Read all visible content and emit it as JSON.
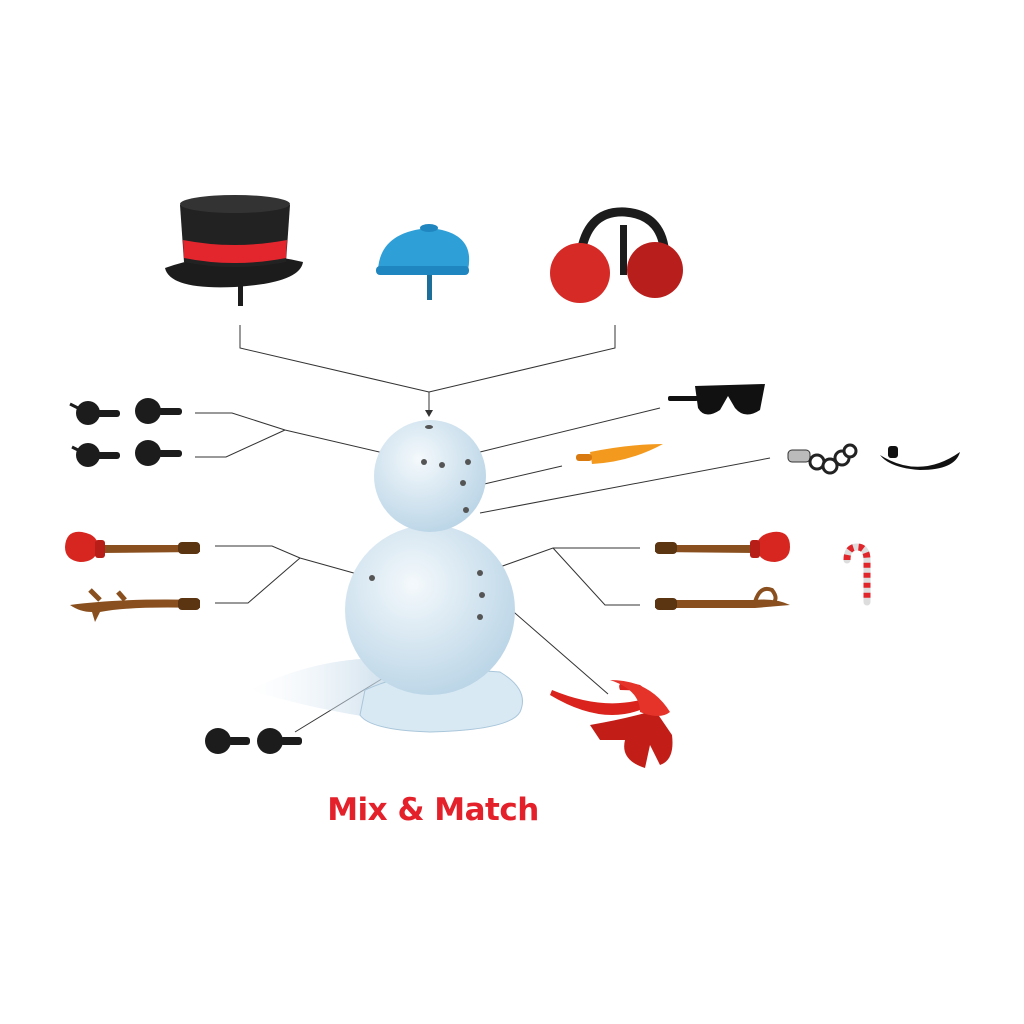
{
  "title": "Mix & Match",
  "colors": {
    "title": "#e4202a",
    "snow": "#d6e8f3",
    "hat_black": "#1c1c1c",
    "hat_band": "#e3262e",
    "beanie": "#2f9fd8",
    "earmuff": "#d62a26",
    "carrot": "#f39a1e",
    "stick": "#8a4f1e",
    "mitten": "#d7261f",
    "scarf": "#d9231c"
  },
  "parts": {
    "headwear": [
      "top-hat",
      "beanie",
      "earmuffs"
    ],
    "face": [
      "eyes",
      "sunglasses",
      "carrot-nose",
      "mouth-pieces"
    ],
    "arms": [
      "mitten-arm",
      "stick-arm"
    ],
    "accessories": [
      "candy-cane",
      "scarf",
      "buttons"
    ]
  }
}
